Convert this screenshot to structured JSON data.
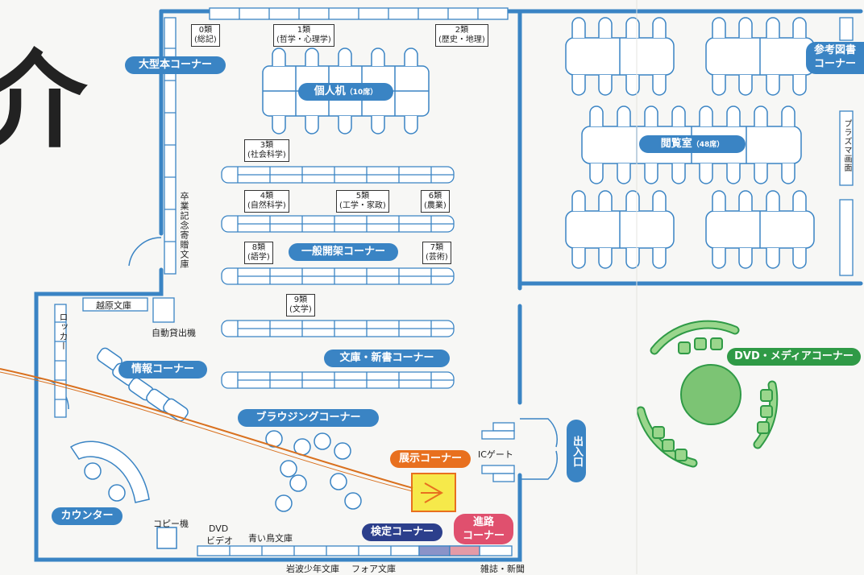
{
  "heading_char": "介",
  "zones": {
    "oversize": "大型本コーナー",
    "desks": "個人机",
    "desks_seats": "（10席）",
    "general": "一般開架コーナー",
    "bunko": "文庫・新書コーナー",
    "browsing": "ブラウジングコーナー",
    "info": "情報コーナー",
    "counter": "カウンター",
    "exhibit": "展示コーナー",
    "search": "検定コーナー",
    "career_1": "進路",
    "career_2": "コーナー",
    "reading_room": "閲覧室",
    "reading_room_seats": "（48席）",
    "reference_1": "参考図書",
    "reference_2": "コーナー",
    "dvd_media": "DVD・メディアコーナー"
  },
  "classes": [
    {
      "num": "0類",
      "name": "(総記)"
    },
    {
      "num": "1類",
      "name": "(哲学・心理学)"
    },
    {
      "num": "2類",
      "name": "(歴史・地理)"
    },
    {
      "num": "3類",
      "name": "(社会科学)"
    },
    {
      "num": "4類",
      "name": "(自然科学)"
    },
    {
      "num": "5類",
      "name": "(工学・家政)"
    },
    {
      "num": "6類",
      "name": "(農業)"
    },
    {
      "num": "8類",
      "name": "(語学)"
    },
    {
      "num": "7類",
      "name": "(芸術)"
    },
    {
      "num": "9類",
      "name": "(文学)"
    }
  ],
  "labels": {
    "koshihara": "越原文庫",
    "locker": "ロッカー",
    "auto_lending": "自動貸出機",
    "copier": "コピー機",
    "dvd": "DVD",
    "video": "ビデオ",
    "aoitori": "青い鳥文庫",
    "iwanami": "岩波少年文庫",
    "fore": "フォア文庫",
    "magazine": "雑誌・新聞",
    "ic_gate": "ICゲート",
    "entrance": "出入口",
    "graduation": "卒業記念寄贈文庫",
    "plasma": "プラズマ画面"
  },
  "colors": {
    "wall": "#3a84c4",
    "zone_blue": "#3a84c4",
    "exhibit_orange": "#e8701f",
    "search_navy": "#2c3f8c",
    "career_pink": "#e0506e",
    "dvd_green": "#2f9a46",
    "media_fill": "#7cc474"
  }
}
